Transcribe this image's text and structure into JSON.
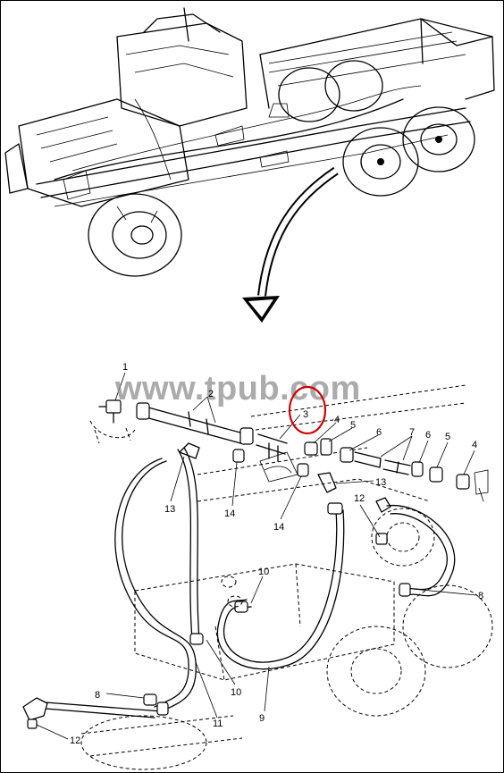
{
  "watermark": "www.tpub.com",
  "highlight_color": "#d00000",
  "callouts": {
    "c1": "1",
    "c2": "2",
    "c3": "3",
    "c4a": "4",
    "c5a": "5",
    "c6a": "6",
    "c7": "7",
    "c6b": "6",
    "c5b": "5",
    "c4b": "4",
    "c13a": "13",
    "c14a": "14",
    "c14b": "14",
    "c13b": "13",
    "c12a": "12",
    "c10a": "10",
    "c8a": "8",
    "c10b": "10",
    "c8b": "8",
    "c11": "11",
    "c9": "9",
    "c12b": "12"
  }
}
